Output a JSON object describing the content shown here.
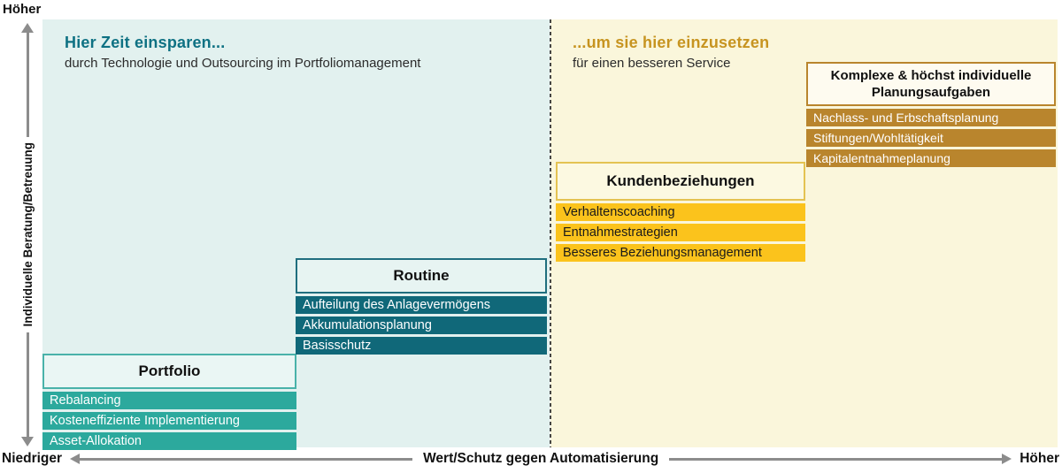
{
  "axes": {
    "y": {
      "label": "Individuelle Beratung/Betreuung",
      "top": "Höher",
      "bottom_shared_with_x": true
    },
    "x": {
      "label": "Wert/Schutz gegen Automatisierung",
      "left": "Niedriger",
      "right": "Höher"
    }
  },
  "regions": {
    "left": {
      "title": "Hier Zeit einsparen...",
      "subtitle": "durch Technologie und Outsourcing im Portfoliomanagement"
    },
    "right": {
      "title": "...um sie hier einzusetzen",
      "subtitle": "für einen besseren Service"
    }
  },
  "groups": [
    {
      "title": "Portfolio",
      "items": [
        "Rebalancing",
        "Kosteneffiziente Implementierung",
        "Asset-Allokation"
      ]
    },
    {
      "title": "Routine",
      "items": [
        "Aufteilung des Anlagevermögens",
        "Akkumulationsplanung",
        "Basisschutz"
      ]
    },
    {
      "title": "Kundenbeziehungen",
      "items": [
        "Verhaltenscoaching",
        "Entnahmestrategien",
        "Besseres Beziehungsmanagement"
      ]
    },
    {
      "title": "Komplexe & höchst individuelle Planungsaufgaben",
      "items": [
        "Nachlass- und Erbschaftsplanung",
        "Stiftungen/Wohltätigkeit",
        "Kapitalentnahmeplanung"
      ]
    }
  ],
  "colors": {
    "left_region_bg": "#E2F1EF",
    "right_region_bg": "#FAF6DB",
    "left_title": "#0E7183",
    "right_title": "#C79420",
    "portfolio_item": "#2CA99D",
    "routine_item": "#106879",
    "kundenbeziehungen_item": "#FBC31C",
    "komplexe_item": "#B9852D",
    "arrow_gray": "#8C8C8C",
    "divider": "#1A1A1A"
  }
}
